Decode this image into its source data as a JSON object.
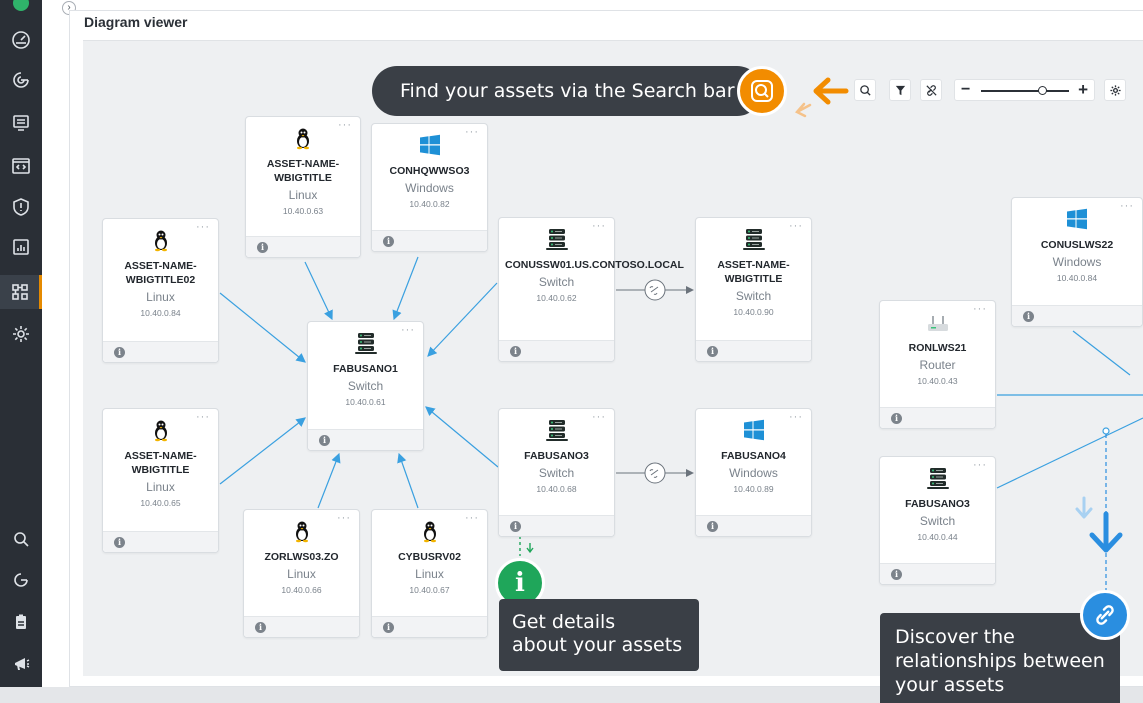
{
  "panel": {
    "title": "Diagram viewer"
  },
  "toolbar": {
    "search_icon": "search-icon",
    "filter_icon": "filter-icon",
    "hide_links_icon": "link-off-icon",
    "settings_icon": "gear-icon",
    "zoom_minus": "−",
    "zoom_plus": "+",
    "zoom_level": 0.7
  },
  "callouts": {
    "search": "Find your assets via the Search bar",
    "details_line1": "Get details",
    "details_line2": "about your assets",
    "relationships_line1": "Discover the",
    "relationships_line2": "relationships between",
    "relationships_line3": "your assets"
  },
  "info_glyph": "i",
  "more_glyph": "···",
  "nodes": [
    {
      "id": "n1",
      "name": "ASSET-NAME-WBIGTITLE",
      "type": "Linux",
      "ip": "10.40.0.63",
      "icon": "linux-icon"
    },
    {
      "id": "n2",
      "name": "CONHQWWSO3",
      "type": "Windows",
      "ip": "10.40.0.82",
      "icon": "windows-icon"
    },
    {
      "id": "n3",
      "name": "ASSET-NAME-WBIGTITLE02",
      "type": "Linux",
      "ip": "10.40.0.84",
      "icon": "linux-icon"
    },
    {
      "id": "n4",
      "name": "CONUSSW01.US.CONTOSO.LOCAL",
      "type": "Switch",
      "ip": "10.40.0.62",
      "icon": "switch-icon"
    },
    {
      "id": "n5",
      "name": "ASSET-NAME-WBIGTITLE",
      "type": "Switch",
      "ip": "10.40.0.90",
      "icon": "switch-icon"
    },
    {
      "id": "n6",
      "name": "FABUSANO1",
      "type": "Switch",
      "ip": "10.40.0.61",
      "icon": "switch-icon"
    },
    {
      "id": "n7",
      "name": "ASSET-NAME-WBIGTITLE",
      "type": "Linux",
      "ip": "10.40.0.65",
      "icon": "linux-icon"
    },
    {
      "id": "n8",
      "name": "FABUSANO3",
      "type": "Switch",
      "ip": "10.40.0.68",
      "icon": "switch-icon"
    },
    {
      "id": "n9",
      "name": "FABUSANO4",
      "type": "Windows",
      "ip": "10.40.0.89",
      "icon": "windows-icon"
    },
    {
      "id": "n10",
      "name": "ZORLWS03.ZO",
      "type": "Linux",
      "ip": "10.40.0.66",
      "icon": "linux-icon"
    },
    {
      "id": "n11",
      "name": "CYBUSRV02",
      "type": "Linux",
      "ip": "10.40.0.67",
      "icon": "linux-icon"
    },
    {
      "id": "n12",
      "name": "CONUSLWS22",
      "type": "Windows",
      "ip": "10.40.0.84",
      "icon": "windows-icon"
    },
    {
      "id": "n13",
      "name": "RONLWS21",
      "type": "Router",
      "ip": "10.40.0.43",
      "icon": "router-icon"
    },
    {
      "id": "n14",
      "name": "FABUSANO3",
      "type": "Switch",
      "ip": "10.40.0.44",
      "icon": "switch-icon"
    }
  ],
  "sidebar": {
    "items": [
      {
        "icon": "dashboard-icon"
      },
      {
        "icon": "activity-icon"
      },
      {
        "icon": "devices-icon"
      },
      {
        "icon": "code-window-icon"
      },
      {
        "icon": "alert-icon"
      },
      {
        "icon": "reports-icon"
      },
      {
        "icon": "diagram-icon",
        "active": true
      },
      {
        "icon": "gear-icon"
      },
      {
        "icon": "search-icon"
      },
      {
        "icon": "history-icon"
      },
      {
        "icon": "clipboard-icon"
      },
      {
        "icon": "megaphone-icon"
      }
    ]
  },
  "colors": {
    "sidebar": "#2a2f36",
    "accent_orange": "#f28c00",
    "link_blue": "#3aa0e0",
    "info_green": "#1fa65a",
    "relation_blue": "#2a8ee0",
    "callout": "#3a3f46"
  }
}
